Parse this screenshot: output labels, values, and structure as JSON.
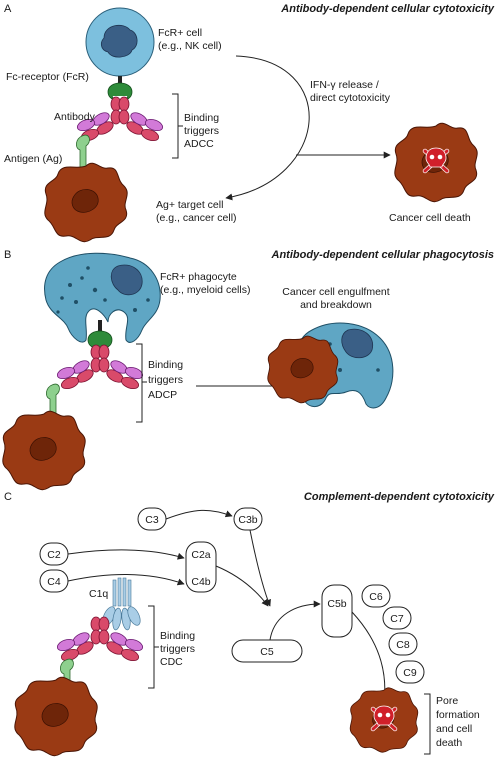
{
  "panels": {
    "a": {
      "letter": "A",
      "title": "Antibody-dependent cellular cytotoxicity",
      "fcr_cell": [
        "FcR+ cell",
        "(e.g., NK cell)"
      ],
      "fc_receptor": "Fc-receptor (FcR)",
      "antibody": "Antibody",
      "antigen": "Antigen (Ag)",
      "binding": [
        "Binding",
        "triggers",
        "ADCC"
      ],
      "ifn": [
        "IFN-γ release /",
        "direct cytotoxicity"
      ],
      "target": [
        "Ag+ target cell",
        "(e.g., cancer cell)"
      ],
      "death": "Cancer cell death"
    },
    "b": {
      "letter": "B",
      "title": "Antibody-dependent cellular phagocytosis",
      "phagocyte": [
        "FcR+ phagocyte",
        "(e.g., myeloid cells)"
      ],
      "engulf": [
        "Cancer cell engulfment",
        "and breakdown"
      ],
      "binding": [
        "Binding",
        "triggers",
        "ADCP"
      ]
    },
    "c": {
      "letter": "C",
      "title": "Complement-dependent cytotoxicity",
      "c3": "C3",
      "c3b": "C3b",
      "c2": "C2",
      "c4": "C4",
      "c2a": "C2a",
      "c4b": "C4b",
      "c1q": "C1q",
      "c5": "C5",
      "c5b": "C5b",
      "c6": "C6",
      "c7": "C7",
      "c8": "C8",
      "c9": "C9",
      "binding": [
        "Binding",
        "triggers",
        "CDC"
      ],
      "pore": [
        "Pore",
        "formation",
        "and cell",
        "death"
      ]
    }
  },
  "colors": {
    "nk_cell": "#7dc0de",
    "phagocyte": "#5fa6c4",
    "cancer_cell": "#9a3a14",
    "heavy_chain": "#d94a6a",
    "light_chain": "#d27ad8",
    "fc_receptor": "#2e8b3a",
    "antigen": "#8ed08e",
    "skull": "#d0202a"
  }
}
